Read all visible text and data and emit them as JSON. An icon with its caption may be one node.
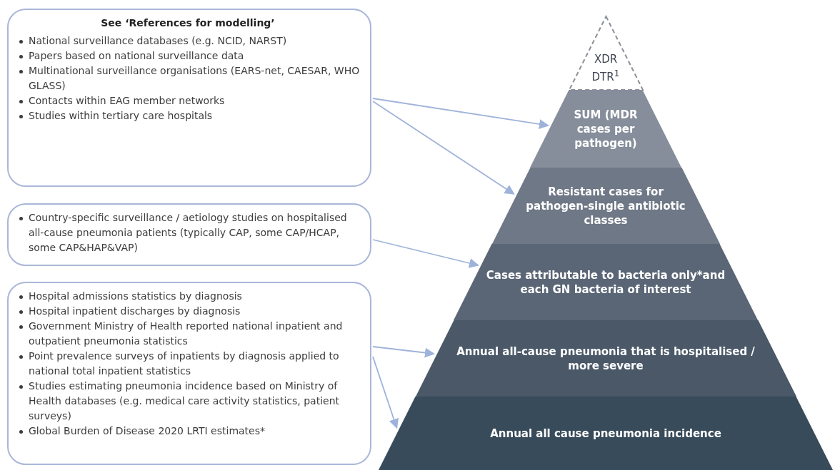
{
  "diagram": {
    "nodes": [
      {
        "text": [
          "See ‘References for modelling’",
          "National surveillance databases (e.g. NCID, NARST)",
          "Papers based on national surveillance data",
          "Multinational surveillance organisations (EARS-net, CAESAR, WHO GLASS)",
          "Contacts within EAG member networks",
          "Studies within tertiary care hospitals"
        ]
      },
      {
        "text": [
          "Country-specific surveillance / aetiology studies on hospitalised all-cause pneumonia patients (typically CAP, some CAP/HCAP, some CAP&HAP&VAP)"
        ]
      },
      {
        "text": [
          "Hospital admissions statistics by diagnosis",
          "Hospital inpatient discharges by diagnosis",
          "Government Ministry of Health reported national inpatient and outpatient pneumonia statistics",
          "Point prevalence surveys of inpatients by diagnosis applied to national total inpatient statistics",
          "Studies estimating pneumonia incidence based on Ministry of Health databases (e.g. medical care activity statistics, patient surveys)",
          "Global Burden of Disease 2020 LRTI estimates*"
        ]
      },
      {
        "text": [
          "XDR DTR$^{1}$"
        ]
      },
      {
        "text": [
          "SUM (MDR cases per pathogen)"
        ]
      },
      {
        "text": [
          "Resistant cases for pathogen-single antibiotic classes"
        ]
      },
      {
        "text": [
          "Cases attributable to bacteria only*and each GN bacteria of interest"
        ]
      },
      {
        "text": [
          "Annual all-cause pneumonia that is hospitalised / more severe"
        ]
      },
      {
        "text": [
          "Annual all cause pneumonia incidence"
        ]
      }
    ],
    "edges": [
      {
        "from": 0,
        "to": 4,
        "arrow": "to"
      },
      {
        "from": 0,
        "to": 5,
        "arrow": "to"
      },
      {
        "from": 1,
        "to": 6,
        "arrow": "to"
      },
      {
        "from": 2,
        "to": 7,
        "arrow": "to"
      },
      {
        "from": 2,
        "to": 8,
        "arrow": "to"
      }
    ]
  }
}
